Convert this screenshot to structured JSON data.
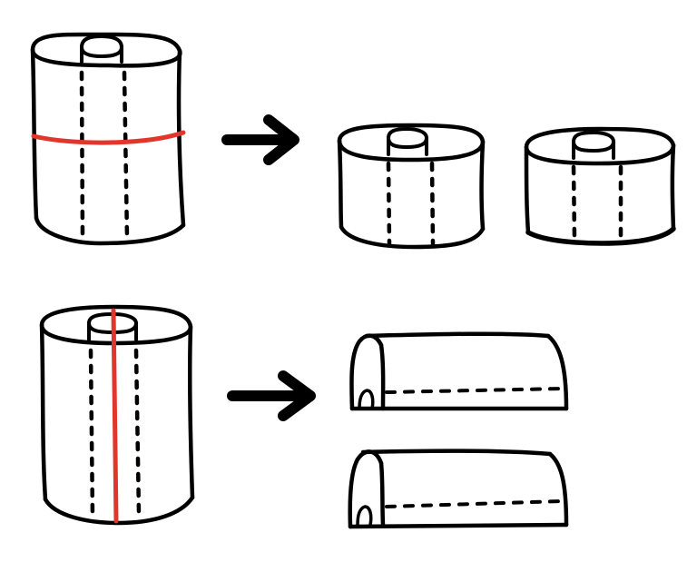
{
  "colors": {
    "ink": "#000000",
    "cut_line": "#e0362b",
    "background": "#ffffff"
  },
  "diagram": {
    "rows": [
      {
        "id": "horizontal-cut",
        "source": "paper-towel-roll",
        "cut": "horizontal",
        "arrow": "right-arrow-icon",
        "result": [
          "short-roll",
          "short-roll"
        ]
      },
      {
        "id": "vertical-cut",
        "source": "paper-towel-roll",
        "cut": "vertical",
        "arrow": "right-arrow-icon",
        "result": [
          "half-roll",
          "half-roll"
        ]
      }
    ]
  }
}
